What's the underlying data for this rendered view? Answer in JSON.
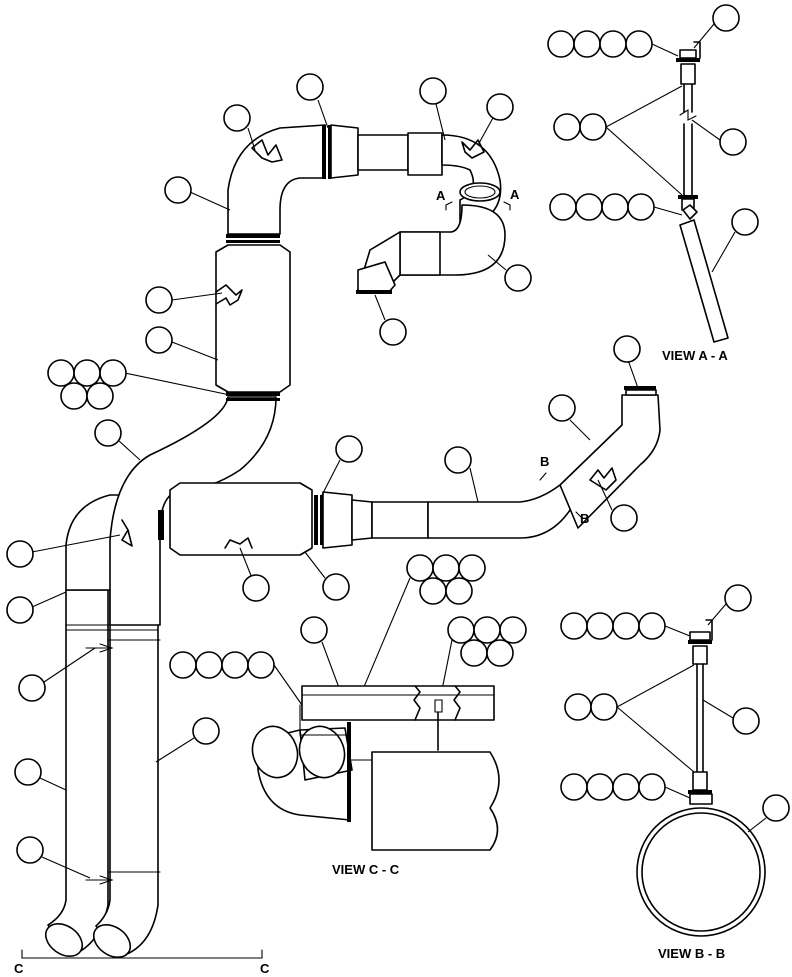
{
  "views": {
    "view_a": "VIEW  A - A",
    "view_b": "VIEW B - B",
    "view_c": "VIEW C - C"
  },
  "section_markers": {
    "a_left": "A",
    "a_right": "A",
    "b_top": "B",
    "b_bottom": "B",
    "c_left": "C",
    "c_right": "C"
  }
}
